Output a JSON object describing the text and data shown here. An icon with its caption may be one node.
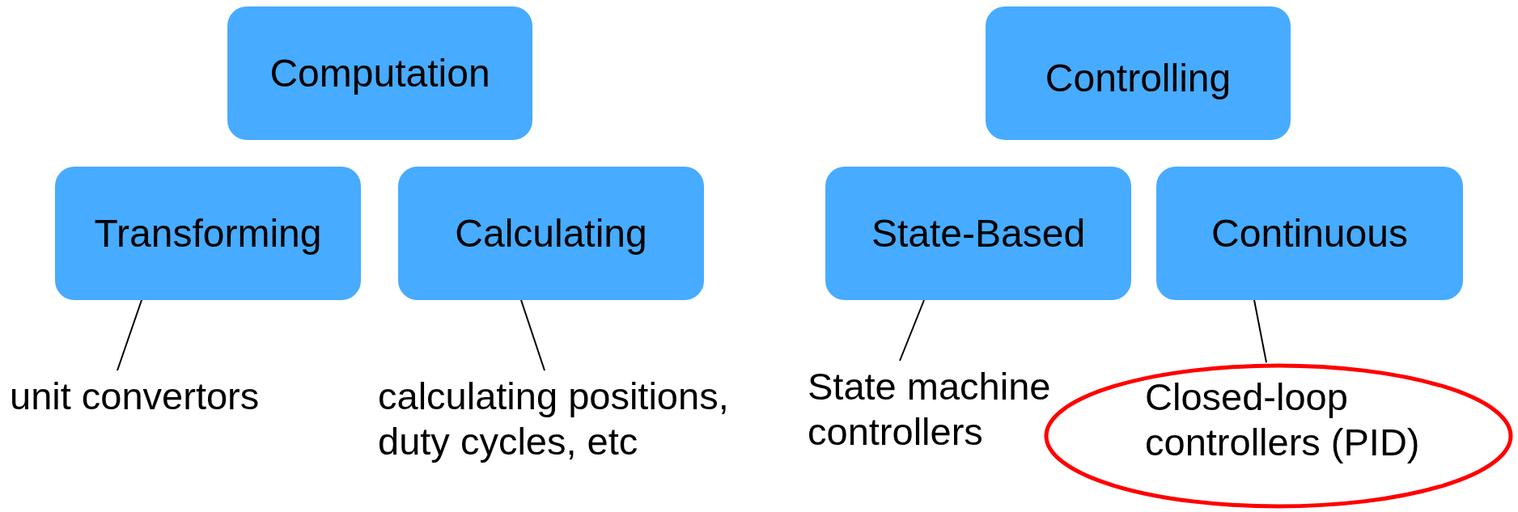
{
  "diagram": {
    "nodes": [
      {
        "text": [
          "Computation"
        ]
      },
      {
        "text": [
          "Transforming"
        ]
      },
      {
        "text": [
          "Calculating"
        ]
      },
      {
        "text": [
          "Controlling"
        ]
      },
      {
        "text": [
          "State-Based"
        ]
      },
      {
        "text": [
          "Continuous"
        ]
      },
      {
        "text": [
          "unit convertors"
        ]
      },
      {
        "text": [
          "calculating positions, duty cycles, etc"
        ]
      },
      {
        "text": [
          "State machine controllers"
        ]
      },
      {
        "text": [
          "Closed-loop controllers (PID)"
        ]
      }
    ],
    "edges": [
      {
        "from": 6,
        "to": 1,
        "arrow": "none"
      },
      {
        "from": 7,
        "to": 2,
        "arrow": "none"
      },
      {
        "from": 8,
        "to": 4,
        "arrow": "none"
      },
      {
        "from": 9,
        "to": 5,
        "arrow": "none"
      }
    ]
  }
}
